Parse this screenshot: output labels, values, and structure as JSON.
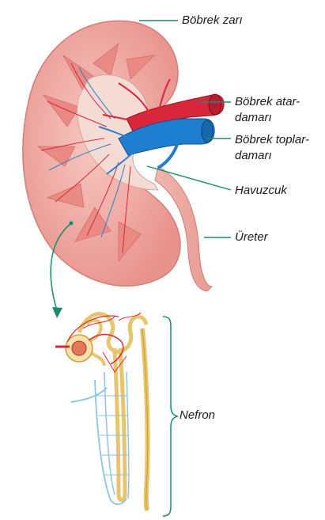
{
  "labels": {
    "capsule": "Böbrek zarı",
    "artery_line1": "Böbrek atar-",
    "artery_line2": "damarı",
    "vein_line1": "Böbrek toplar-",
    "vein_line2": "damarı",
    "pelvis": "Havuzcuk",
    "ureter": "Üreter",
    "nephron": "Nefron"
  },
  "colors": {
    "leader_line": "#1a8a6a",
    "cortex": "#f2a9a3",
    "medulla": "#ec8f8a",
    "pelvis": "#f3d6cf",
    "artery": "#d9263a",
    "vein": "#1e7fd0",
    "tubule": "#e8c46a",
    "capillary": "#8fc3e6"
  }
}
